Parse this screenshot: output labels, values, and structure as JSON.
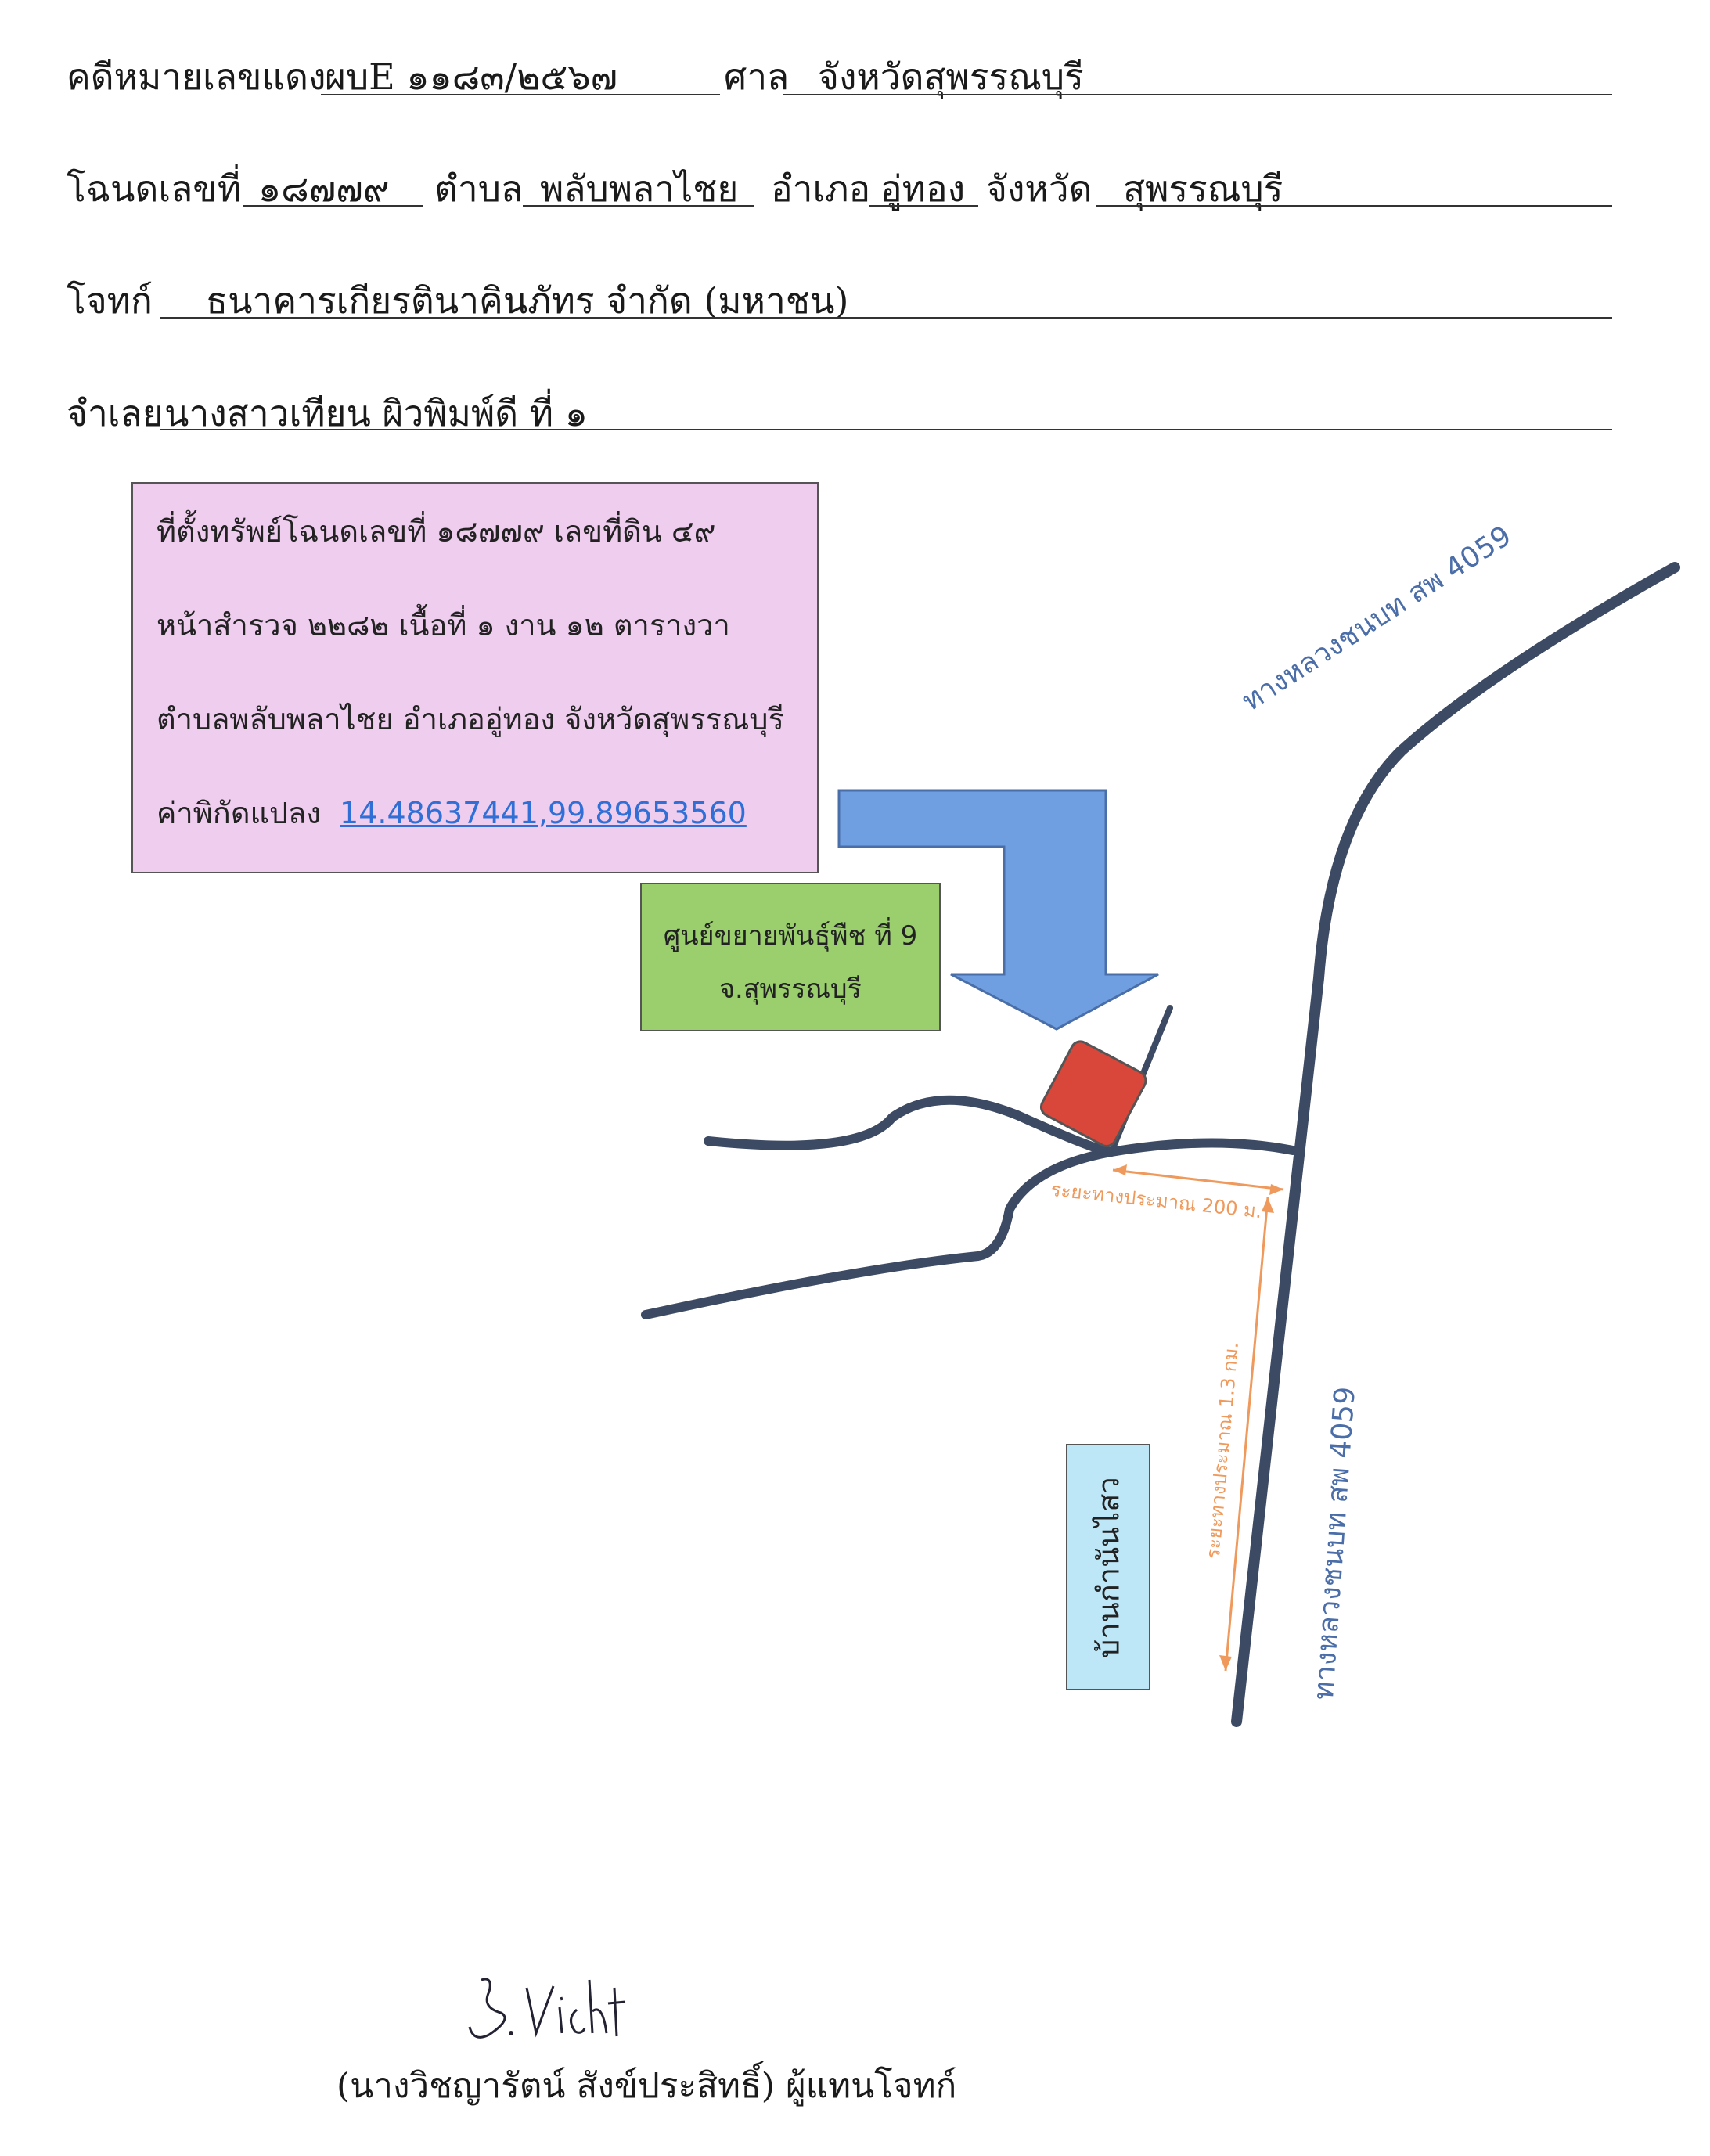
{
  "header": {
    "case_label": "คดีหมายเลขแดง",
    "case_number": "ผบE ๑๑๘๓/๒๕๖๗",
    "court_label": "ศาล",
    "court_name": "จังหวัดสุพรรณบุรี",
    "deed_label": "โฉนดเลขที่",
    "deed_number": "๑๘๗๗๙",
    "subdistrict_label": "ตำบล",
    "subdistrict": "พลับพลาไชย",
    "district_label": "อำเภอ",
    "district": "อู่ทอง",
    "province_label": "จังหวัด",
    "province": "สุพรรณบุรี",
    "plaintiff_label": "โจทก์",
    "plaintiff": "ธนาคารเกียรตินาคินภัทร จำกัด (มหาชน)",
    "defendant_label": "จำเลย",
    "defendant": "นางสาวเทียน ผิวพิมพ์ดี ที่ ๑"
  },
  "info_box": {
    "line1": "ที่ตั้งทรัพย์โฉนดเลขที่ ๑๘๗๗๙ เลขที่ดิน ๔๙",
    "line2": "หน้าสำรวจ ๒๒๘๒ เนื้อที่ ๑ งาน ๑๒ ตารางวา",
    "line3": "ตำบลพลับพลาไชย อำเภออู่ทอง จังหวัดสุพรรณบุรี",
    "coord_label": "ค่าพิกัดแปลง",
    "coord_value": "14.48637441,99.89653560"
  },
  "map": {
    "landmark_green_line1": "ศูนย์ขยายพันธุ์พืช ที่ 9",
    "landmark_green_line2": "จ.สุพรรณบุรี",
    "landmark_blue": "บ้านกำนันไสว",
    "road_label_top": "ทางหลวงชนบท สพ 4059",
    "road_label_bottom": "ทางหลวงชนบท สพ 4059",
    "distance_short": "ระยะทางประมาณ 200 ม.",
    "distance_long": "ระยะทางประมาณ 1.3 กม.",
    "colors": {
      "road": "#3d4a63",
      "arrow": "#6f9fe0",
      "plot": "#d9463a",
      "distance": "#ef9a5c",
      "road_label": "#4b6ea8"
    }
  },
  "signature": {
    "scribble": "S. Vicht",
    "name": "(นางวิชญารัตน์ สังข์ประสิทธิ์) ผู้แทนโจทก์"
  }
}
